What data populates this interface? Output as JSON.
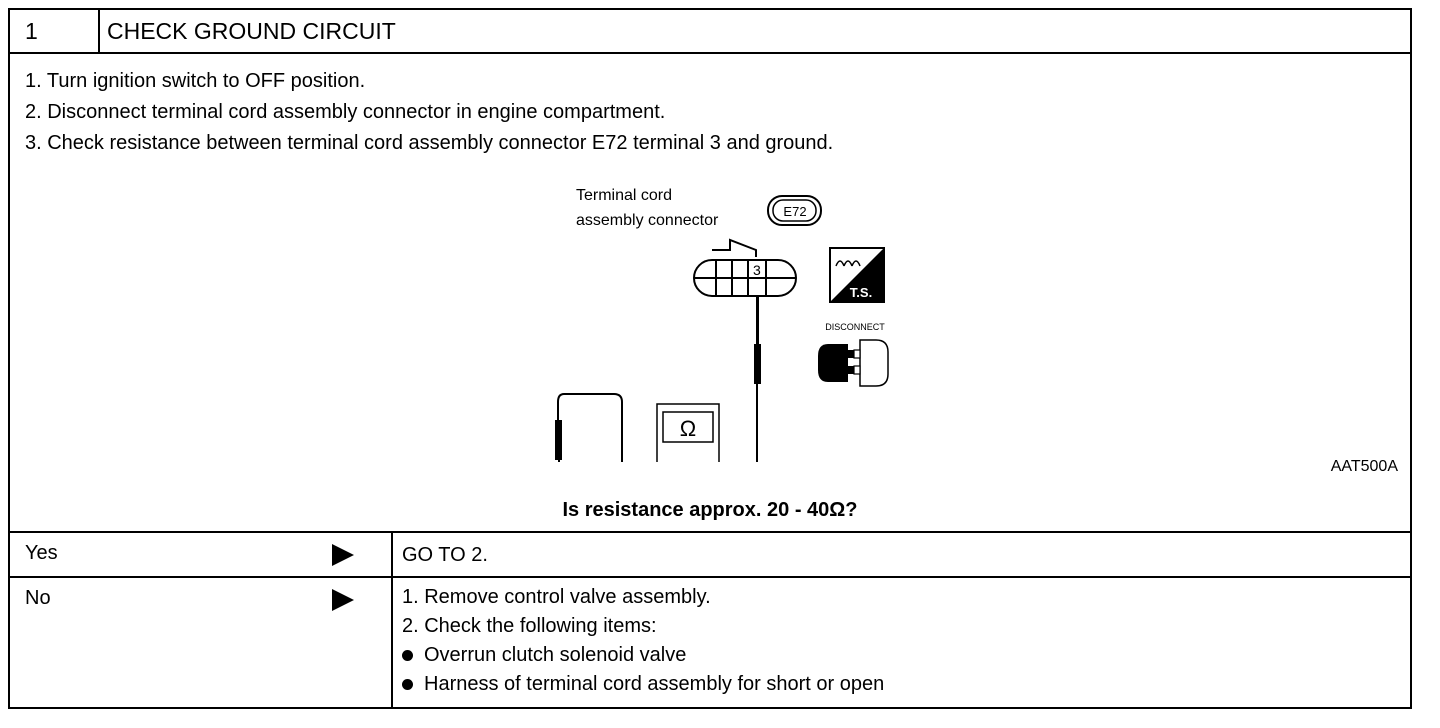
{
  "step": {
    "number": "1",
    "title": "CHECK GROUND CIRCUIT"
  },
  "instructions": [
    "1.  Turn ignition switch to OFF position.",
    "2.  Disconnect terminal cord assembly connector in engine compartment.",
    "3.  Check resistance between terminal cord assembly connector E72 terminal 3 and ground."
  ],
  "diagram": {
    "label_line1": "Terminal cord",
    "label_line2": "assembly connector",
    "connector_code": "E72",
    "terminal_number": "3",
    "meter_symbol": "Ω",
    "ts_label": "T.S.",
    "disconnect_label": "DISCONNECT",
    "figure_id": "AAT500A"
  },
  "question": "Is resistance approx. 20 - 40Ω?",
  "results": {
    "yes": {
      "label": "Yes",
      "action": "GO TO 2."
    },
    "no": {
      "label": "No",
      "steps": [
        "1.  Remove control valve assembly.",
        "2.  Check the following items:"
      ],
      "items": [
        "Overrun clutch solenoid valve",
        "Harness of terminal cord assembly for short or open"
      ]
    }
  }
}
